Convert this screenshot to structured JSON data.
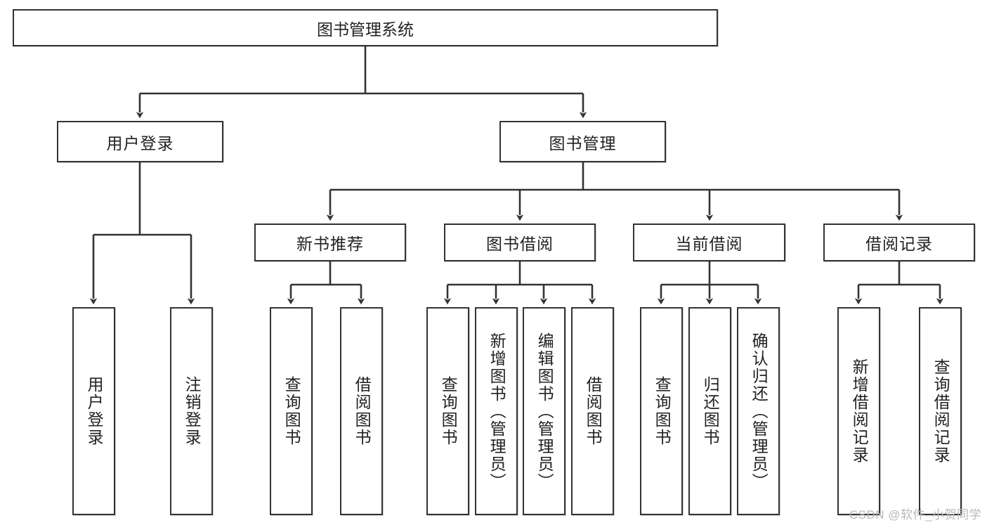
{
  "diagram": {
    "title": "图书管理系统",
    "type": "hierarchy-tree",
    "watermark": "CSDN @软件_小贺同学",
    "line_color": "#333333",
    "box_fill": "#ffffff",
    "text_color": "#222222"
  },
  "nodes": {
    "root": {
      "label": "图书管理系统",
      "level": 1
    },
    "level2": [
      {
        "id": "user-login",
        "label": "用户登录"
      },
      {
        "id": "book-manage",
        "label": "图书管理"
      }
    ],
    "level3": [
      {
        "id": "new-book-recommend",
        "label": "新书推荐"
      },
      {
        "id": "book-borrow",
        "label": "图书借阅"
      },
      {
        "id": "current-borrow",
        "label": "当前借阅"
      },
      {
        "id": "borrow-record",
        "label": "借阅记录"
      }
    ],
    "leaves": {
      "user_login": [
        {
          "id": "leaf-user-login",
          "label": "用户登录"
        },
        {
          "id": "leaf-logout-login",
          "label": "注销登录"
        }
      ],
      "new_book_recommend": [
        {
          "id": "leaf-query-book-1",
          "label": "查询图书"
        },
        {
          "id": "leaf-borrow-book-1",
          "label": "借阅图书"
        }
      ],
      "book_borrow": [
        {
          "id": "leaf-query-book-2",
          "label": "查询图书"
        },
        {
          "id": "leaf-add-book",
          "label": "新增图书（管理员）"
        },
        {
          "id": "leaf-edit-book",
          "label": "编辑图书（管理员）"
        },
        {
          "id": "leaf-borrow-book-2",
          "label": "借阅图书"
        }
      ],
      "current_borrow": [
        {
          "id": "leaf-query-book-3",
          "label": "查询图书"
        },
        {
          "id": "leaf-return-book",
          "label": "归还图书"
        },
        {
          "id": "leaf-confirm-return",
          "label": "确认归还（管理员）"
        }
      ],
      "borrow_record": [
        {
          "id": "leaf-add-record",
          "label": "新增借阅记录"
        },
        {
          "id": "leaf-query-record",
          "label": "查询借阅记录"
        }
      ]
    }
  }
}
